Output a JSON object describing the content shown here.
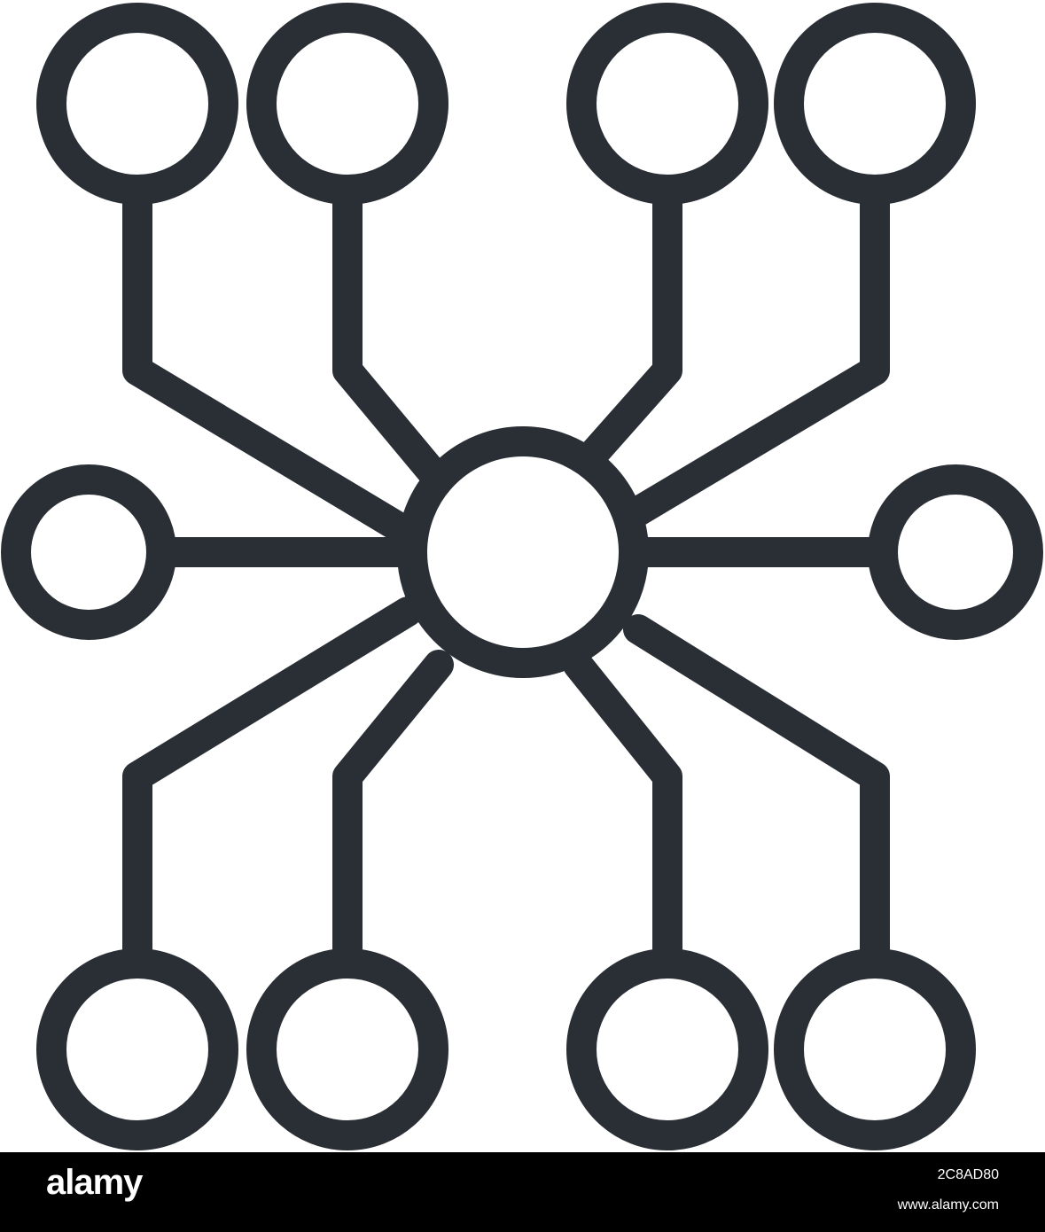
{
  "icon": {
    "name": "network-hub-icon",
    "stroke_color": "#2a2f36",
    "background_color": "#ffffff"
  },
  "watermark": {
    "logo_text": "alamy",
    "image_id": "2C8AD80",
    "url": "www.alamy.com",
    "bar_color": "#000000",
    "text_color": "#ffffff"
  }
}
